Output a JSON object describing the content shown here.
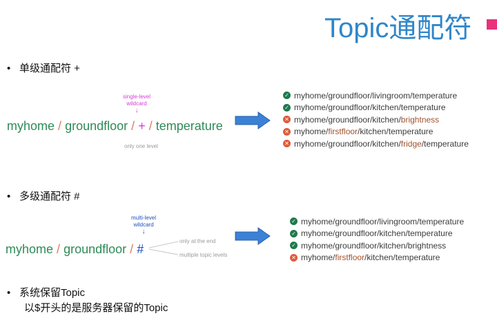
{
  "title": "Topic通配符",
  "colors": {
    "title": "#2f86c9",
    "accent": "#e8327c",
    "topic": "#2e8b57",
    "separator": "#e07a5f",
    "single_wildcard": "#d63fd6",
    "multi_wildcard": "#1f4fbf",
    "ok": "#1f7a4c",
    "fail": "#e05a3a",
    "arrow": "#3b82d6"
  },
  "bullets": {
    "single": "单级通配符 +",
    "multi": "多级通配符 #",
    "reserved_line1": "系统保留Topic",
    "reserved_line2": "以$开头的是服务器保留的Topic"
  },
  "single": {
    "label_line1": "single-level",
    "label_line2": "wildcard",
    "down_arrow": "↓",
    "topic": [
      "myhome",
      "/",
      "groundfloor",
      "/",
      "+",
      "/",
      "temperature"
    ],
    "note": "only one level",
    "results": [
      {
        "status": "ok",
        "parts": [
          "myhome",
          " / ",
          "groundfloor",
          " / ",
          "livingroom",
          " / ",
          "temperature"
        ]
      },
      {
        "status": "ok",
        "parts": [
          "myhome",
          " / ",
          "groundfloor",
          " / ",
          "kitchen",
          " / ",
          "temperature"
        ]
      },
      {
        "status": "fail",
        "parts": [
          "myhome",
          " / ",
          "groundfloor",
          " / ",
          "kitchen",
          " / ",
          "brightness"
        ],
        "highlight": 6
      },
      {
        "status": "fail",
        "parts": [
          "myhome",
          " / ",
          "firstfloor",
          " / ",
          "kitchen",
          " / ",
          "temperature"
        ],
        "highlight": 2
      },
      {
        "status": "fail",
        "parts": [
          "myhome",
          " / ",
          "groundfloor",
          " / ",
          "kitchen",
          " / ",
          "fridge",
          " / ",
          "temperature"
        ],
        "highlight": 6
      }
    ]
  },
  "multi": {
    "label_line1": "multi-level",
    "label_line2": "wildcard",
    "down_arrow": "↓",
    "topic": [
      "myhome",
      "/",
      "groundfloor",
      "/",
      "#"
    ],
    "note1": "only at the end",
    "note2": "multiple topic levels",
    "results": [
      {
        "status": "ok",
        "parts": [
          "myhome",
          " / ",
          "groundfloor",
          " / ",
          "livingroom",
          " / ",
          "temperature"
        ]
      },
      {
        "status": "ok",
        "parts": [
          "myhome",
          " / ",
          "groundfloor",
          " / ",
          "kitchen",
          " / ",
          "temperature"
        ]
      },
      {
        "status": "ok",
        "parts": [
          "myhome",
          " / ",
          "groundfloor",
          " / ",
          "kitchen",
          " / ",
          "brightness"
        ]
      },
      {
        "status": "fail",
        "parts": [
          "myhome",
          " / ",
          "firstfloor",
          " / ",
          "kitchen",
          " / ",
          "temperature"
        ],
        "highlight": 2
      }
    ]
  },
  "icons": {
    "ok": "check-circle-icon",
    "fail": "x-circle-icon",
    "arrow": "right-arrow-icon"
  }
}
